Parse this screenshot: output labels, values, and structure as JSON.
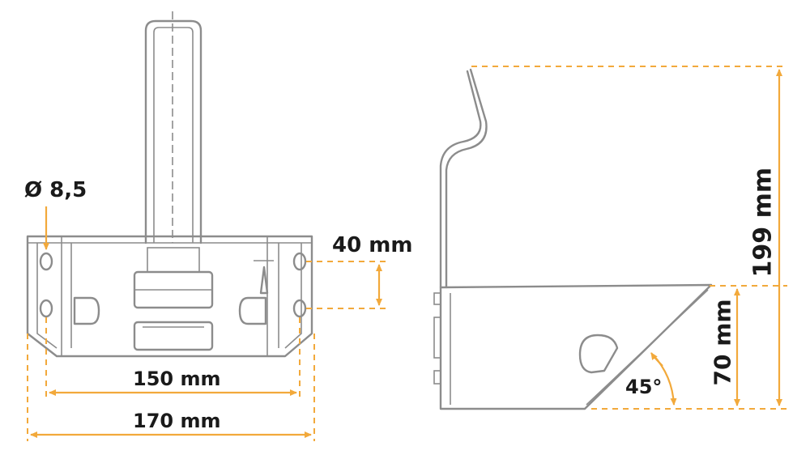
{
  "colors": {
    "outline": "#8c8c8c",
    "dimension": "#f2a93b",
    "text": "#1a1a1a"
  },
  "labels": {
    "hole_diameter": "Ø 8,5",
    "hole_spacing": "40 mm",
    "inner_width": "150 mm",
    "outer_width": "170 mm",
    "total_height": "199 mm",
    "base_height": "70 mm",
    "angle": "45°"
  }
}
